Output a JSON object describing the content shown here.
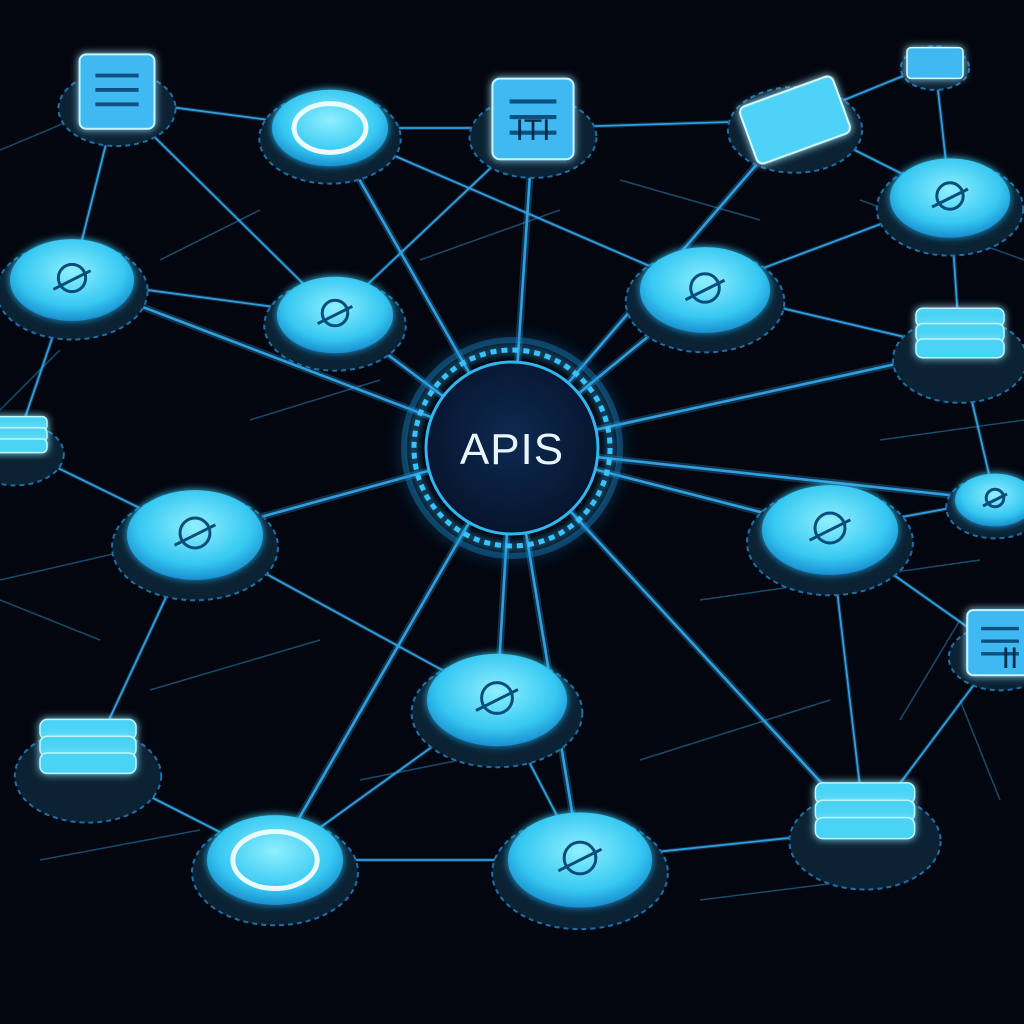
{
  "colors": {
    "background": "#03060f",
    "line": "#2f9fe0",
    "line_glow": "#38b6ff",
    "node_fill": "#4ad6f7",
    "node_rim": "#0b2233",
    "hub_fill": "#0a1e3a",
    "hub_ring": "#2fb6f0"
  },
  "hub": {
    "label": "APIS"
  },
  "labels": {
    "top_server": "ITI",
    "right_server": "II"
  },
  "nodes": [
    {
      "id": "n-top-left-server",
      "icon": "document-server-icon"
    },
    {
      "id": "n-top-ring",
      "icon": "ring-icon"
    },
    {
      "id": "n-top-server",
      "icon": "server-icon"
    },
    {
      "id": "n-top-right-chip",
      "icon": "chip-icon"
    },
    {
      "id": "n-top-right-card",
      "icon": "card-icon"
    },
    {
      "id": "n-right-upper-disc",
      "icon": "gear-icon"
    },
    {
      "id": "n-left-disc",
      "icon": "code-icon"
    },
    {
      "id": "n-inner-left-disc",
      "icon": "cloud-icon"
    },
    {
      "id": "n-inner-right-disc",
      "icon": "plane-icon"
    },
    {
      "id": "n-right-stack",
      "icon": "database-icon"
    },
    {
      "id": "n-left-stack",
      "icon": "database-icon"
    },
    {
      "id": "n-left-mid-disc",
      "icon": "shield-icon"
    },
    {
      "id": "n-right-mid-disc",
      "icon": "link-icon"
    },
    {
      "id": "n-right-edge-disc",
      "icon": "key-icon"
    },
    {
      "id": "n-right-server",
      "icon": "server-icon"
    },
    {
      "id": "n-lower-center-disc",
      "icon": "plane-icon"
    },
    {
      "id": "n-bottom-left-stack",
      "icon": "database-icon"
    },
    {
      "id": "n-bottom-ring",
      "icon": "ring-icon"
    },
    {
      "id": "n-bottom-center-disc",
      "icon": "lock-icon"
    },
    {
      "id": "n-bottom-right-stack",
      "icon": "database-icon"
    }
  ]
}
